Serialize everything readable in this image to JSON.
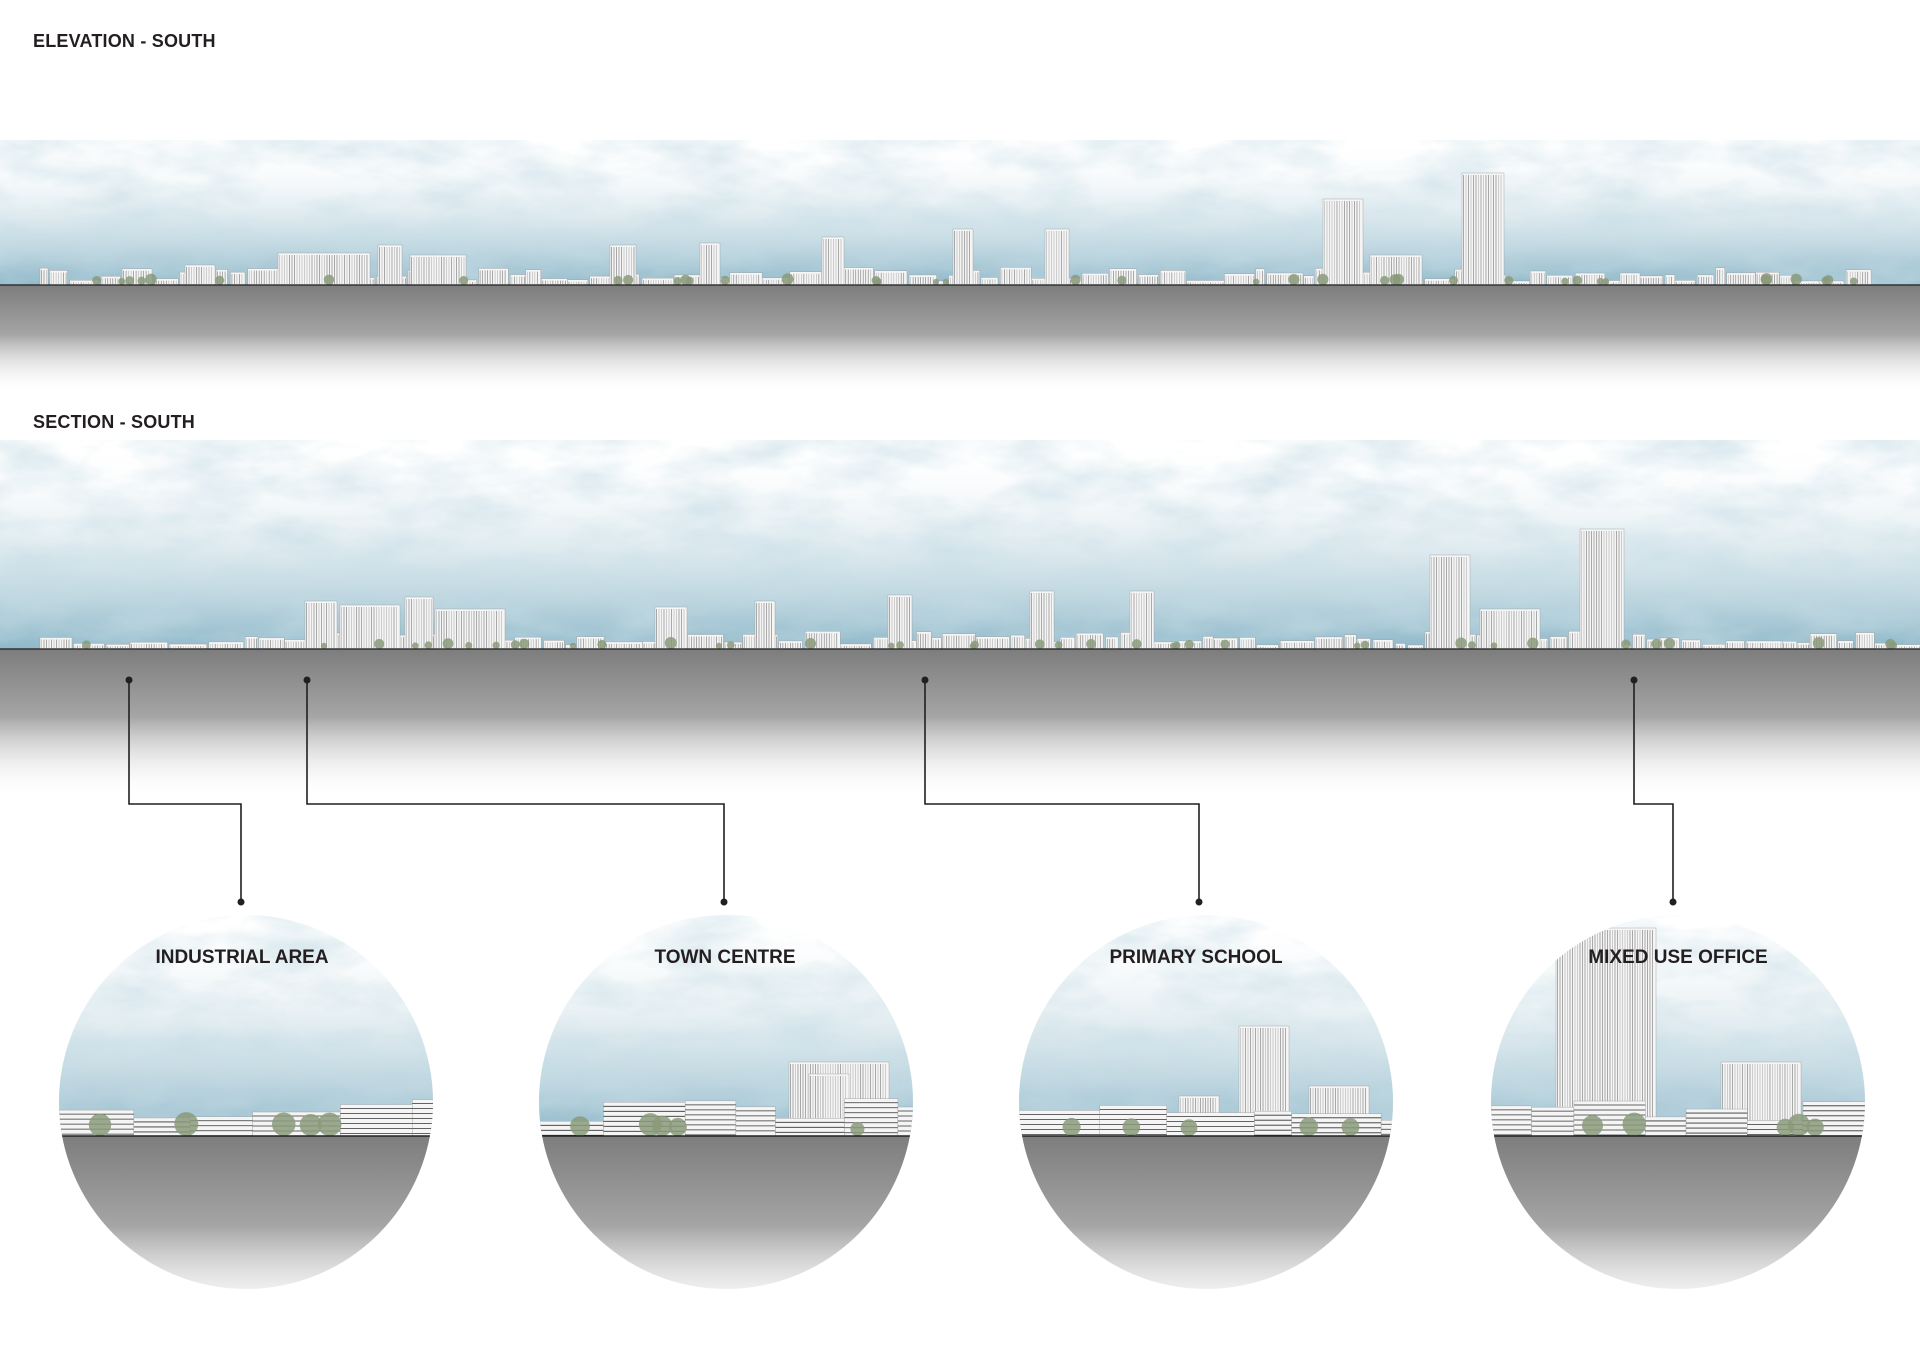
{
  "elevation": {
    "title": "ELEVATION - SOUTH"
  },
  "section": {
    "title": "SECTION - SOUTH"
  },
  "callouts": [
    {
      "label": "INDUSTRIAL AREA"
    },
    {
      "label": "TOWN CENTRE"
    },
    {
      "label": "PRIMARY SCHOOL"
    },
    {
      "label": "MIXED USE OFFICE"
    }
  ],
  "colors": {
    "sky": "#8fb8c9",
    "ground": "#8a8a8a",
    "text": "#231f20",
    "building": "#f4f4f4",
    "tree": "#8a9a7a"
  }
}
